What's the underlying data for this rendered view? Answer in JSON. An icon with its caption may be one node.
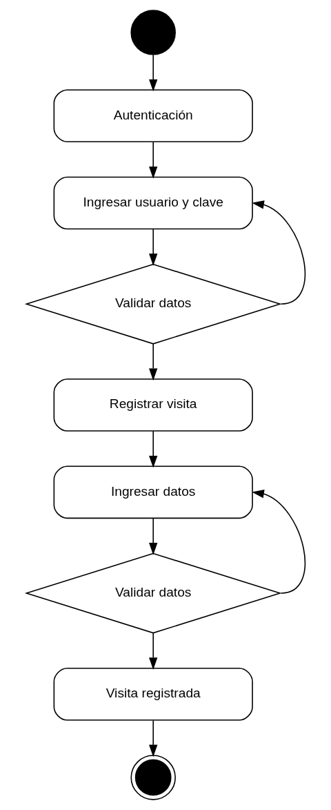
{
  "diagram": {
    "nodes": [
      {
        "text": [],
        "shape": "circle"
      },
      {
        "text": [
          "Autenticación"
        ]
      },
      {
        "text": [
          "Ingresar usuario y clave"
        ]
      },
      {
        "text": [
          "Validar datos"
        ]
      },
      {
        "text": [
          "Registrar visita"
        ]
      },
      {
        "text": [
          "Ingresar datos"
        ]
      },
      {
        "text": [
          "Validar datos"
        ]
      },
      {
        "text": [
          "Visita registrada"
        ]
      },
      {
        "text": [],
        "shape": "circle"
      }
    ],
    "edges": [
      {
        "from": 0,
        "to": 1,
        "arrow": "to"
      },
      {
        "from": 1,
        "to": 2,
        "arrow": "to"
      },
      {
        "from": 2,
        "to": 3,
        "arrow": "to"
      },
      {
        "from": 3,
        "to": 4,
        "arrow": "to"
      },
      {
        "from": 3,
        "to": 2,
        "arrow": "to"
      },
      {
        "from": 4,
        "to": 5,
        "arrow": "to"
      },
      {
        "from": 5,
        "to": 6,
        "arrow": "to"
      },
      {
        "from": 6,
        "to": 5,
        "arrow": "to"
      },
      {
        "from": 6,
        "to": 7,
        "arrow": "to"
      },
      {
        "from": 7,
        "to": 8,
        "arrow": "to"
      }
    ]
  }
}
